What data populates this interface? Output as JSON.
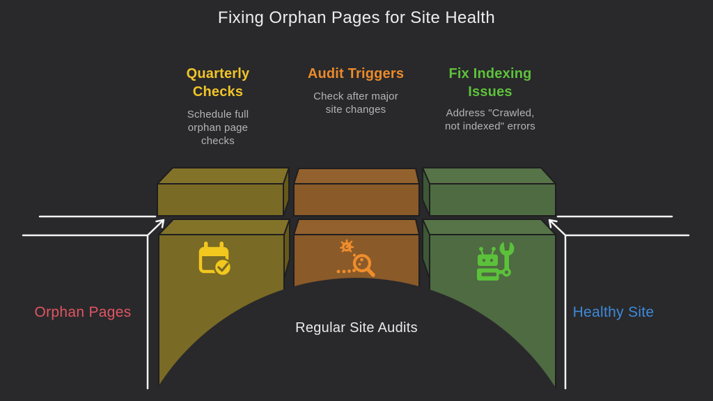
{
  "title": "Fixing Orphan Pages for Site Health",
  "columns": [
    {
      "heading": "Quarterly Checks",
      "heading_lines": [
        "Quarterly",
        "Checks"
      ],
      "description": "Schedule full orphan page checks",
      "description_lines": [
        "Schedule full",
        "orphan page",
        "checks"
      ],
      "icon": "calendar-check-icon",
      "accent_color": "#f0c42a"
    },
    {
      "heading": "Audit Triggers",
      "heading_lines": [
        "Audit Triggers"
      ],
      "description": "Check after major site changes",
      "description_lines": [
        "Check after major",
        "site changes"
      ],
      "icon": "bug-search-icon",
      "accent_color": "#ec8a2b"
    },
    {
      "heading": "Fix Indexing Issues",
      "heading_lines": [
        "Fix Indexing",
        "Issues"
      ],
      "description": "Address \"Crawled, not indexed\" errors",
      "description_lines": [
        "Address \"Crawled,",
        "not indexed\" errors"
      ],
      "icon": "robot-wrench-icon",
      "accent_color": "#5ec23c"
    }
  ],
  "labels": {
    "left": "Orphan Pages",
    "right": "Healthy Site",
    "center": "Regular Site Audits"
  },
  "colors": {
    "bg": "#29292b",
    "title": "#ededed",
    "desc": "#b3b4b3",
    "line": "#f4f4f4",
    "outline": "#1e1e20",
    "heading_yellow": "#f0c42a",
    "heading_orange": "#ec8a2b",
    "heading_green": "#5ec23c",
    "label_red": "#e15562",
    "label_blue": "#3d8ada",
    "center_label": "#e9e9e9",
    "olive_front": "#796a25",
    "olive_top": "#837329",
    "olive_side": "#665919",
    "brown_front": "#8a5a29",
    "brown_top": "#93612d",
    "brown_side": "#734b21",
    "green_front": "#4e6b42",
    "green_top": "#567447",
    "green_side": "#3e5836",
    "icon_yellow": "#f2c71e",
    "icon_orange": "#ef8d2c",
    "icon_green": "#5cc13a"
  }
}
